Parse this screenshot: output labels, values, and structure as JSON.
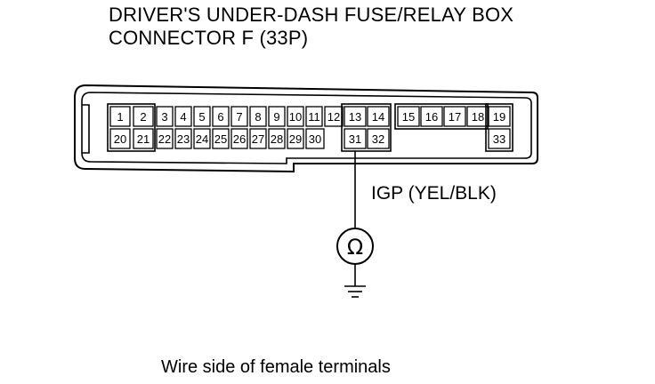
{
  "title": {
    "line1": "DRIVER'S UNDER-DASH FUSE/RELAY BOX",
    "line2": "CONNECTOR F (33P)"
  },
  "connector": {
    "top_row": [
      "1",
      "2",
      "3",
      "4",
      "5",
      "6",
      "7",
      "8",
      "9",
      "10",
      "11",
      "12",
      "13",
      "14",
      "15",
      "16",
      "17",
      "18",
      "19"
    ],
    "bottom_row": [
      "20",
      "21",
      "22",
      "23",
      "24",
      "25",
      "26",
      "27",
      "28",
      "29",
      "30",
      "31",
      "32",
      "33"
    ]
  },
  "wire": {
    "label": "IGP (YEL/BLK)",
    "meter_symbol": "Ω"
  },
  "caption": "Wire side of female terminals"
}
